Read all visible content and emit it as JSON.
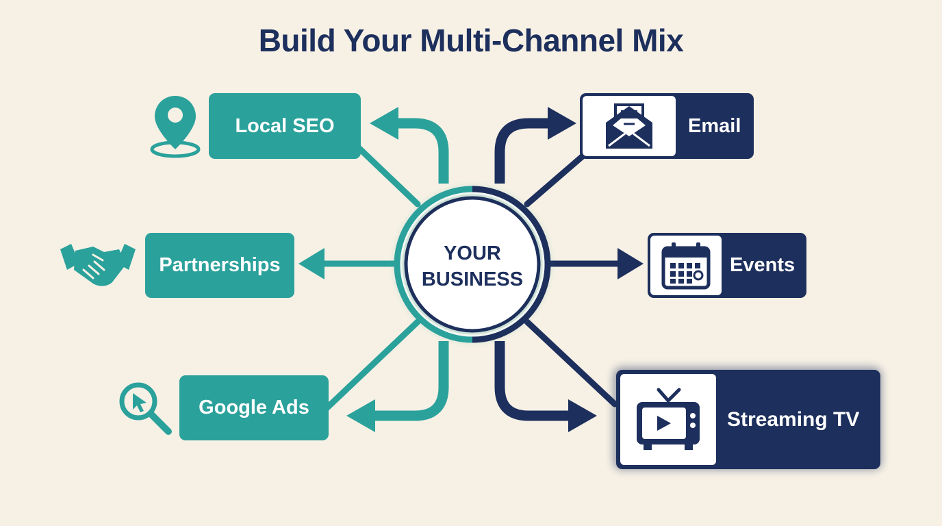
{
  "title": "Build Your Multi-Channel Mix",
  "center": {
    "line1": "YOUR",
    "line2": "BUSINESS"
  },
  "channels": {
    "local_seo": {
      "label": "Local SEO",
      "icon": "map-pin-icon"
    },
    "partnerships": {
      "label": "Partnerships",
      "icon": "handshake-icon"
    },
    "google_ads": {
      "label": "Google Ads",
      "icon": "search-cursor-icon"
    },
    "email": {
      "label": "Email",
      "icon": "envelope-icon"
    },
    "events": {
      "label": "Events",
      "icon": "calendar-icon"
    },
    "streaming_tv": {
      "label": "Streaming TV",
      "icon": "tv-play-icon"
    }
  },
  "colors": {
    "teal": "#2ba19b",
    "navy": "#1d2f5c",
    "background": "#f7f1e5"
  }
}
